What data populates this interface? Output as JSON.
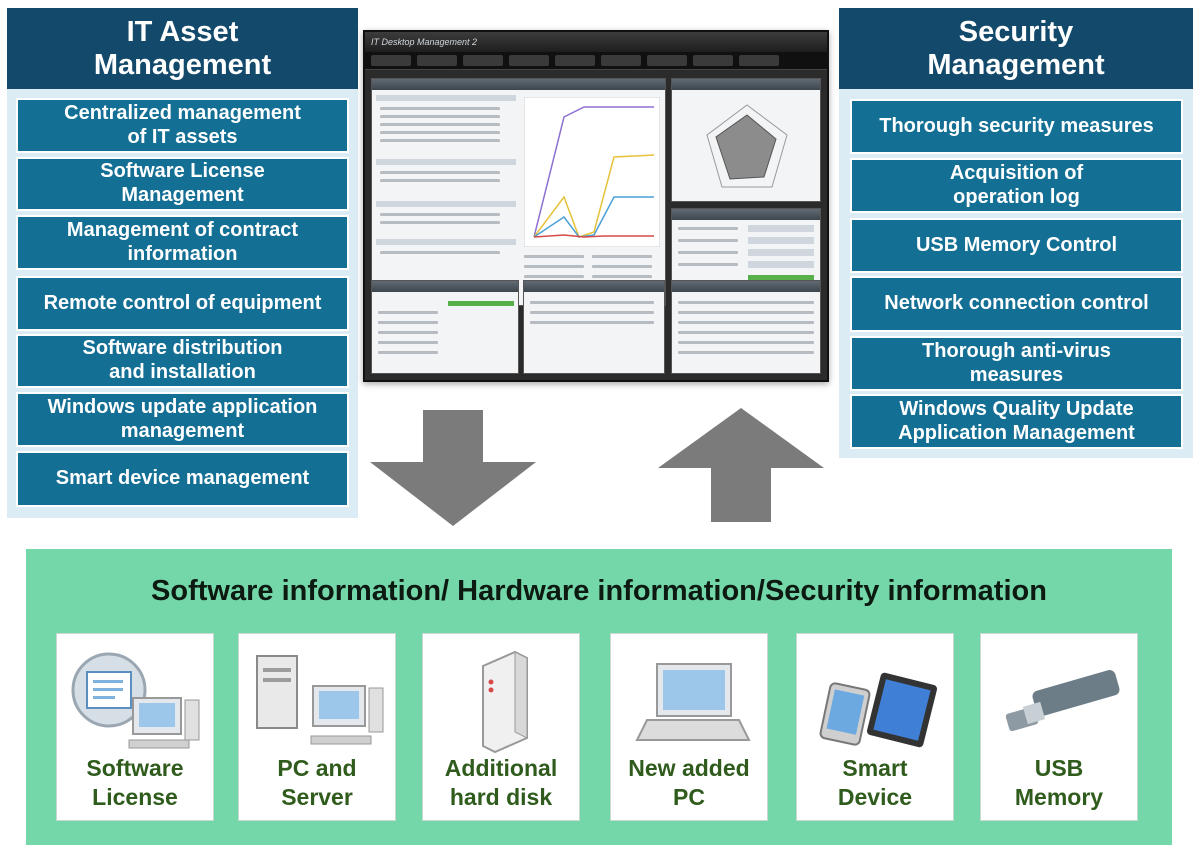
{
  "it_asset": {
    "title_line1": "IT Asset",
    "title_line2": "Management",
    "items": [
      {
        "line1": "Centralized management",
        "line2": "of IT assets"
      },
      {
        "line1": "Software License",
        "line2": "Management"
      },
      {
        "line1": "Management of contract",
        "line2": "information"
      },
      {
        "line1": "Remote control of equipment",
        "line2": ""
      },
      {
        "line1": "Software distribution",
        "line2": "and installation"
      },
      {
        "line1": "Windows update application",
        "line2": "management"
      },
      {
        "line1": "Smart device management",
        "line2": ""
      }
    ]
  },
  "security": {
    "title_line1": "Security",
    "title_line2": "Management",
    "items": [
      {
        "line1": "Thorough security measures",
        "line2": ""
      },
      {
        "line1": "Acquisition of",
        "line2": "operation log"
      },
      {
        "line1": "USB Memory Control",
        "line2": ""
      },
      {
        "line1": "Network connection control",
        "line2": ""
      },
      {
        "line1": "Thorough anti-virus",
        "line2": "measures"
      },
      {
        "line1": "Windows Quality Update",
        "line2": "Application Management"
      }
    ]
  },
  "screenshot": {
    "app_title": "IT Desktop Management 2"
  },
  "bottom": {
    "title": "Software information/ Hardware information/Security information",
    "cards": [
      {
        "line1": "Software",
        "line2": "License"
      },
      {
        "line1": "PC and",
        "line2": "Server"
      },
      {
        "line1": "Additional",
        "line2": "hard disk"
      },
      {
        "line1": "New added",
        "line2": "PC"
      },
      {
        "line1": "Smart",
        "line2": "Device"
      },
      {
        "line1": "USB",
        "line2": "Memory"
      }
    ]
  },
  "colors": {
    "header_navy": "#13496a",
    "item_blue": "#146f95",
    "panel_bg": "#dcecf4",
    "bottom_green": "#74d7a9",
    "label_green": "#2f5b1c",
    "arrow_gray": "#7b7b7b"
  }
}
